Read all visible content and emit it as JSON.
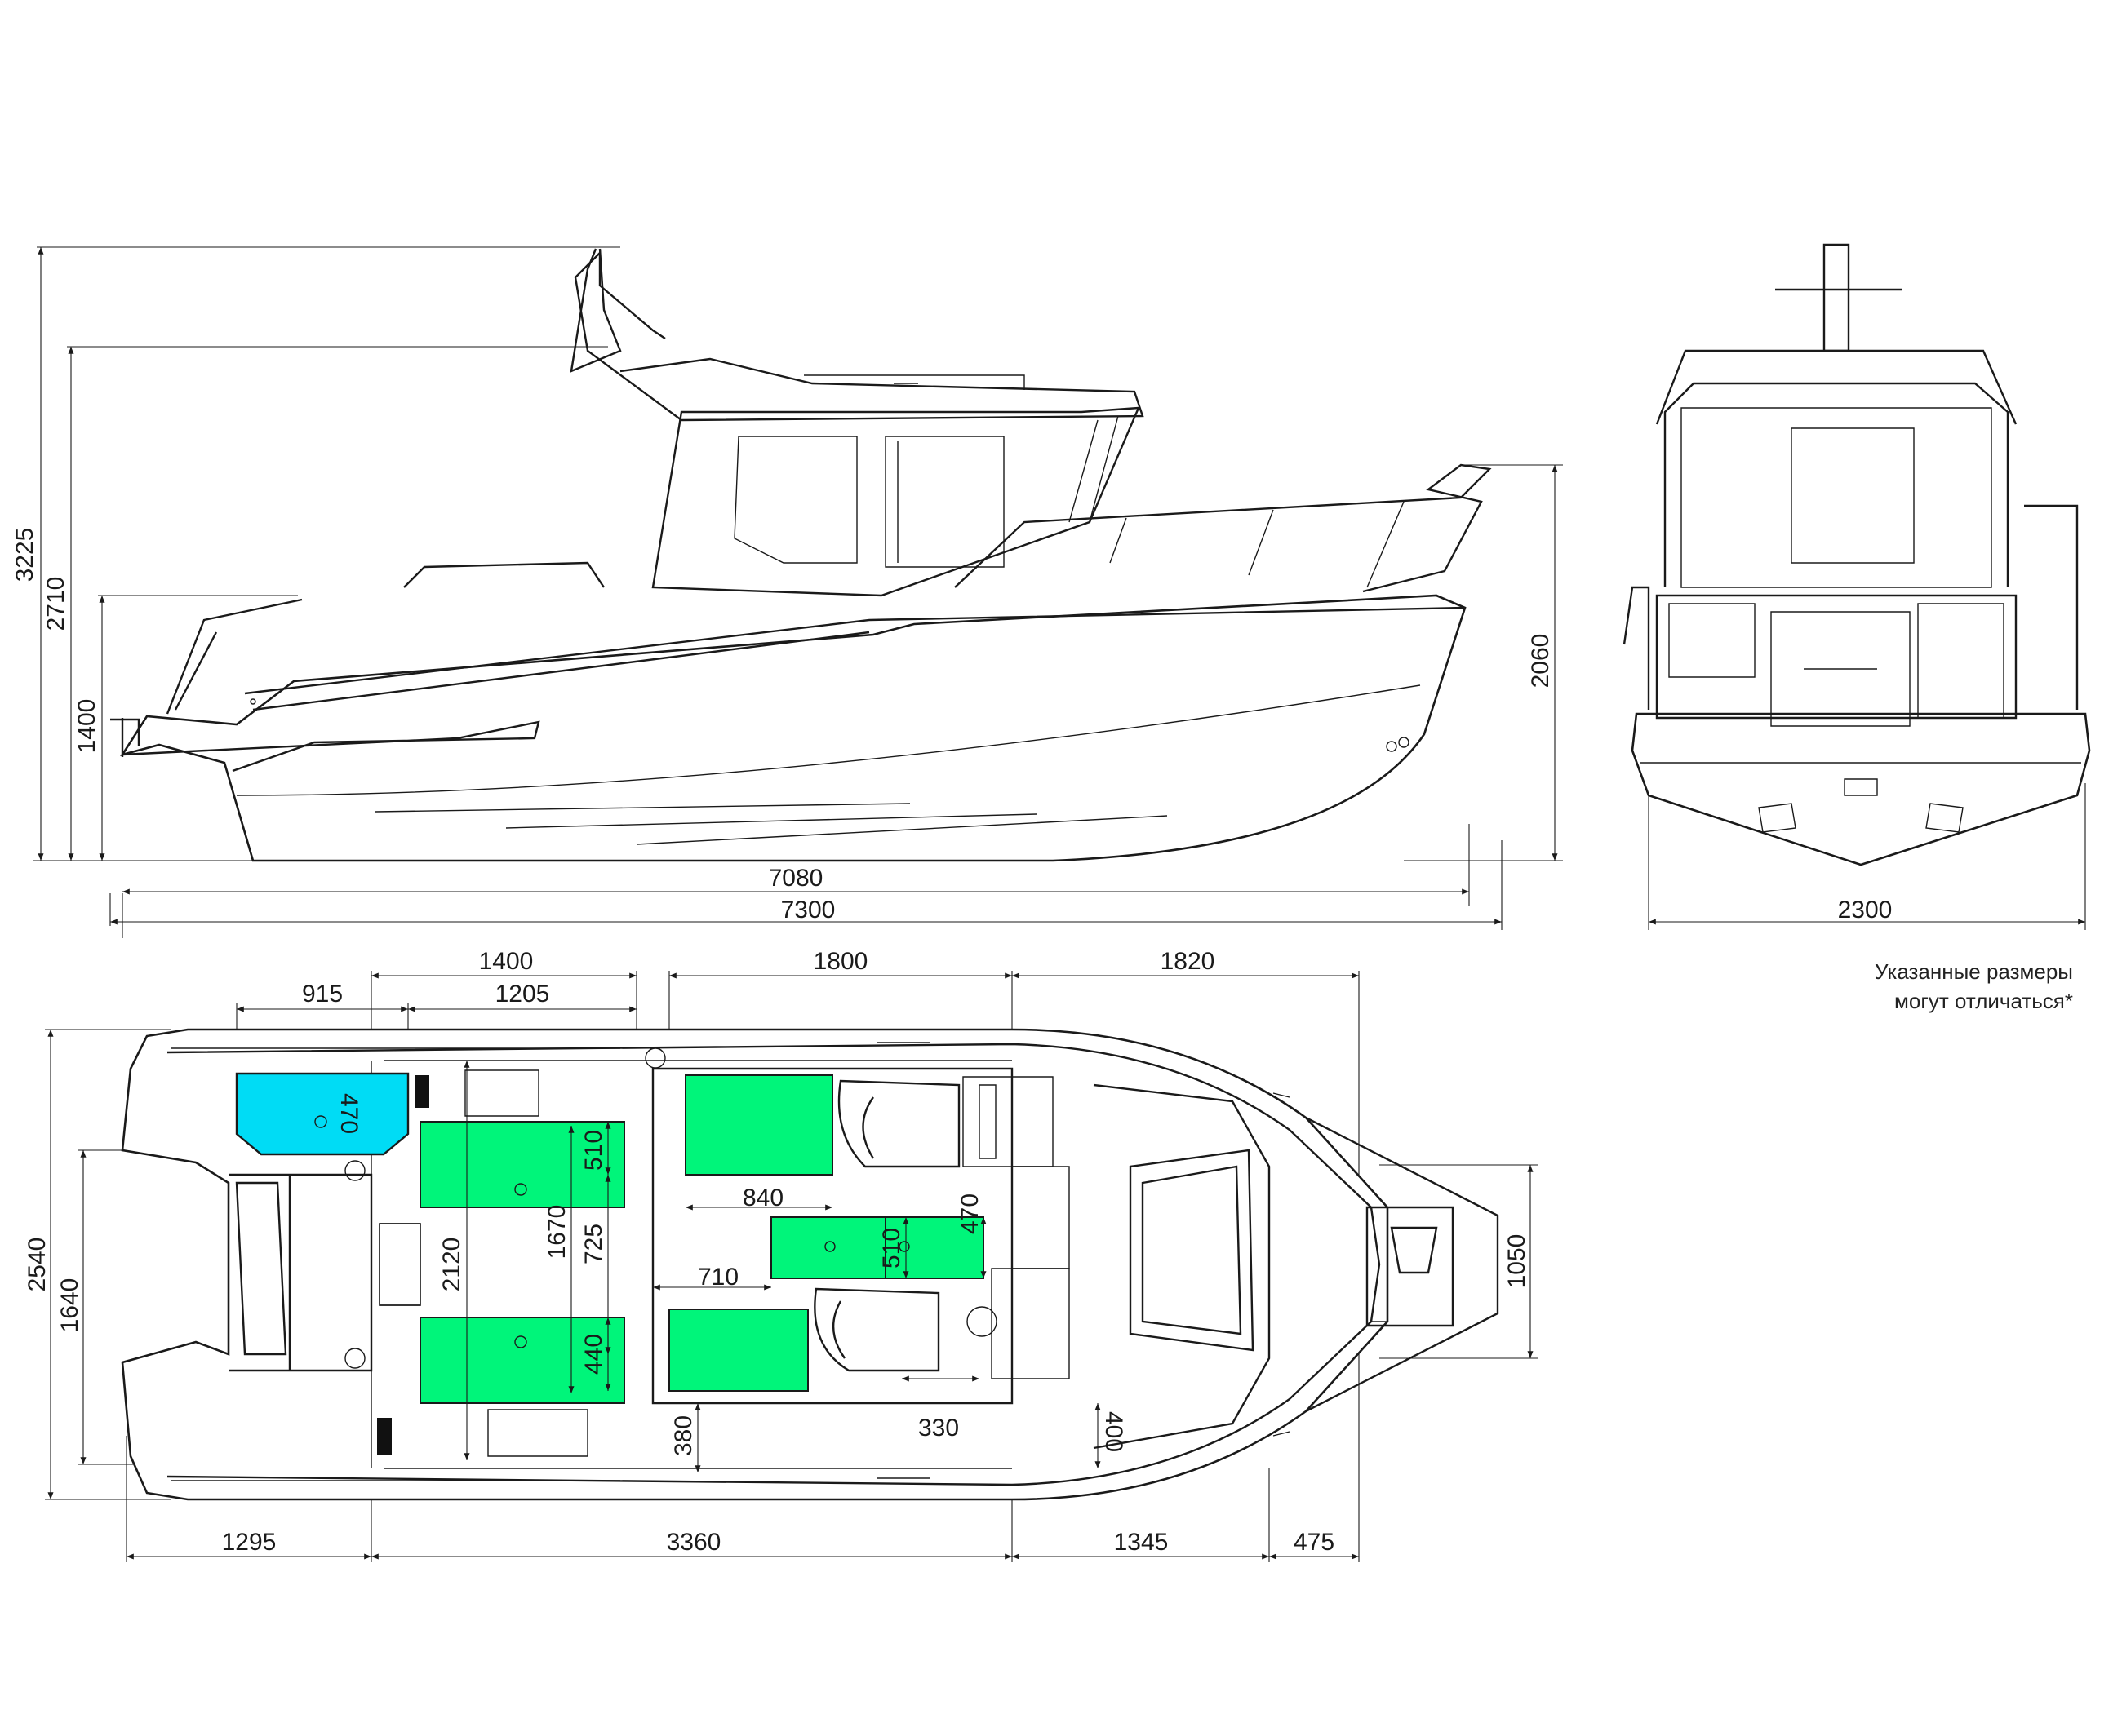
{
  "side_view": {
    "dims": {
      "overall_height": "3225",
      "cabin_height": "2710",
      "transom_height": "1400",
      "bow_height": "2060",
      "hull_length": "7080",
      "overall_length": "7300"
    }
  },
  "rear_view": {
    "dims": {
      "beam": "2300"
    }
  },
  "plan_view": {
    "top_dims": {
      "d1400": "1400",
      "d915": "915",
      "d1205": "1205",
      "d1800": "1800",
      "d1820": "1820"
    },
    "left_dims": {
      "d2540": "2540",
      "d1640": "1640",
      "d470": "470"
    },
    "bottom_dims": {
      "d1295": "1295",
      "d3360": "3360",
      "d1345": "1345",
      "d475": "475"
    },
    "inner_dims": {
      "d470_locker": "470",
      "d510_upper": "510",
      "d1670": "1670",
      "d725": "725",
      "d2120": "2120",
      "d440": "440",
      "d840": "840",
      "d710": "710",
      "d510_table": "510",
      "d470_table": "470",
      "d380": "380",
      "d330": "330",
      "d400": "400",
      "d1050": "1050"
    }
  },
  "disclaimer": {
    "line1": "Указанные размеры",
    "line2": "могут отличаться*"
  },
  "colors": {
    "seat_green": "#00f57a",
    "locker_cyan": "#00dcf5",
    "line": "#1a1a1a"
  }
}
